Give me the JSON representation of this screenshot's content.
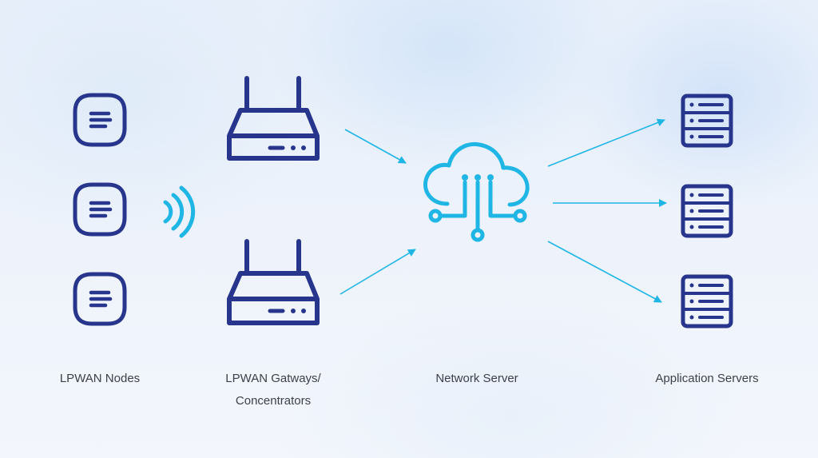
{
  "labels": {
    "nodes": "LPWAN Nodes",
    "gateways_line1": "LPWAN Gatways/",
    "gateways_line2": "Concentrators",
    "network_server": "Network Server",
    "application_servers": "Application Servers"
  },
  "icons": {
    "node": "lpwan-node-icon",
    "signal": "wireless-signal-icon",
    "gateway": "router-icon",
    "network": "cloud-network-icon",
    "server": "server-rack-icon"
  },
  "colors": {
    "navy": "#27368c",
    "cyan": "#1fb6e6",
    "text": "#3d3f4a"
  }
}
